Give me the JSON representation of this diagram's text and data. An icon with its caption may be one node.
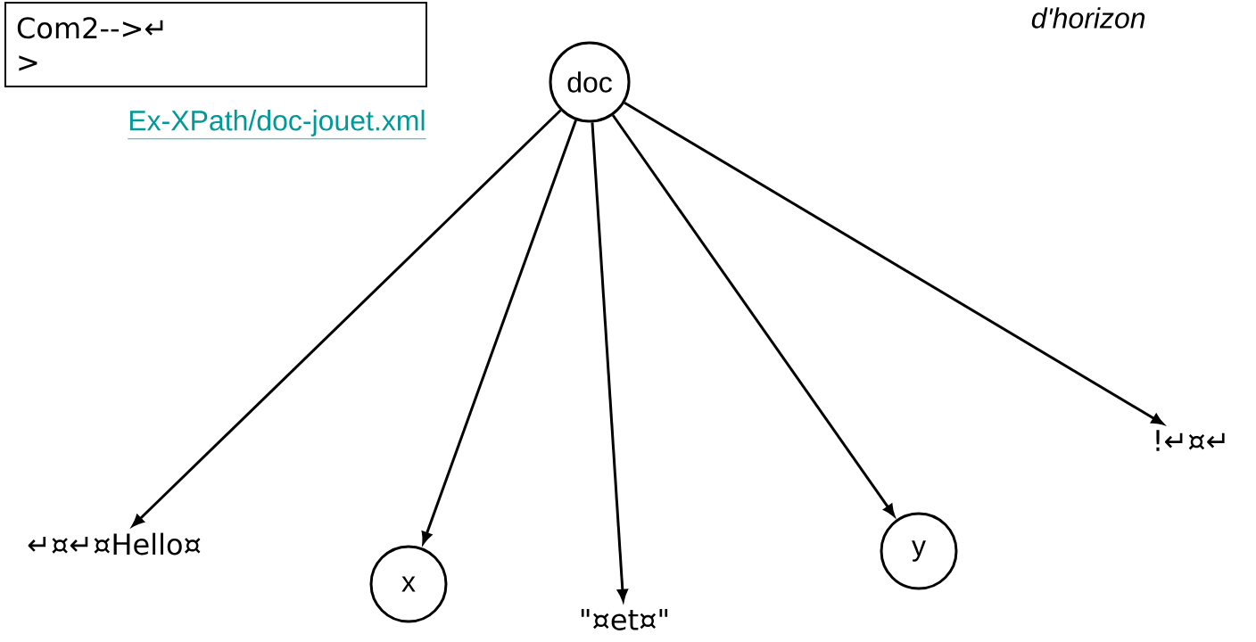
{
  "diagram": {
    "nodes": [
      {
        "text": [
          "Com2-->↵",
          ">"
        ]
      },
      {
        "text": [
          "doc"
        ]
      },
      {
        "text": [
          "↵¤↵¤Hello¤"
        ]
      },
      {
        "text": [
          "x"
        ]
      },
      {
        "text": [
          "\"¤et¤\""
        ]
      },
      {
        "text": [
          "y"
        ]
      },
      {
        "text": [
          "!↵¤↵"
        ]
      }
    ],
    "edges": [
      {
        "from": 1,
        "to": 2,
        "arrow": "to"
      },
      {
        "from": 1,
        "to": 3,
        "arrow": "to"
      },
      {
        "from": 1,
        "to": 4,
        "arrow": "to"
      },
      {
        "from": 1,
        "to": 5,
        "arrow": "to"
      },
      {
        "from": 1,
        "to": 6,
        "arrow": "to"
      }
    ],
    "labels": [
      "Ex-XPath/doc-jouet.xml",
      "d'horizon"
    ]
  }
}
